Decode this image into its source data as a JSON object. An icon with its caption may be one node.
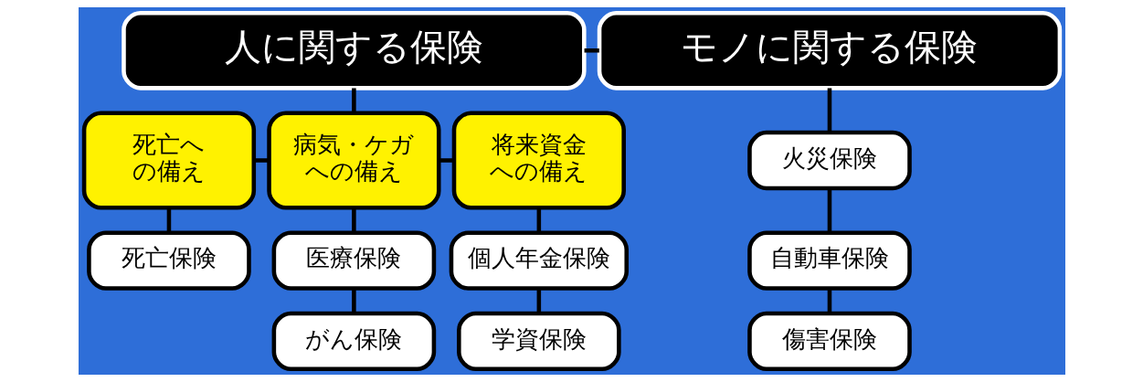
{
  "diagram": {
    "nodes": [
      {
        "text": [
          "人に関する保険"
        ]
      },
      {
        "text": [
          "モノに関する保険"
        ]
      },
      {
        "text": [
          "死亡への備え"
        ]
      },
      {
        "text": [
          "病気・ケガへの備え"
        ]
      },
      {
        "text": [
          "将来資金への備え"
        ]
      },
      {
        "text": [
          "死亡保険"
        ]
      },
      {
        "text": [
          "医療保険"
        ]
      },
      {
        "text": [
          "がん保険"
        ]
      },
      {
        "text": [
          "個人年金保険"
        ]
      },
      {
        "text": [
          "学資保険"
        ]
      },
      {
        "text": [
          "火災保険"
        ]
      },
      {
        "text": [
          "自動車保険"
        ]
      },
      {
        "text": [
          "傷害保険"
        ]
      }
    ],
    "edges": [
      {
        "from": 0,
        "to": 1,
        "arrow": "none"
      },
      {
        "from": 0,
        "to": 3,
        "arrow": "none"
      },
      {
        "from": 2,
        "to": 3,
        "arrow": "none"
      },
      {
        "from": 3,
        "to": 4,
        "arrow": "none"
      },
      {
        "from": 2,
        "to": 5,
        "arrow": "none"
      },
      {
        "from": 3,
        "to": 6,
        "arrow": "none"
      },
      {
        "from": 6,
        "to": 7,
        "arrow": "none"
      },
      {
        "from": 4,
        "to": 8,
        "arrow": "none"
      },
      {
        "from": 8,
        "to": 9,
        "arrow": "none"
      },
      {
        "from": 1,
        "to": 10,
        "arrow": "none"
      },
      {
        "from": 10,
        "to": 11,
        "arrow": "none"
      },
      {
        "from": 11,
        "to": 12,
        "arrow": "none"
      }
    ]
  }
}
